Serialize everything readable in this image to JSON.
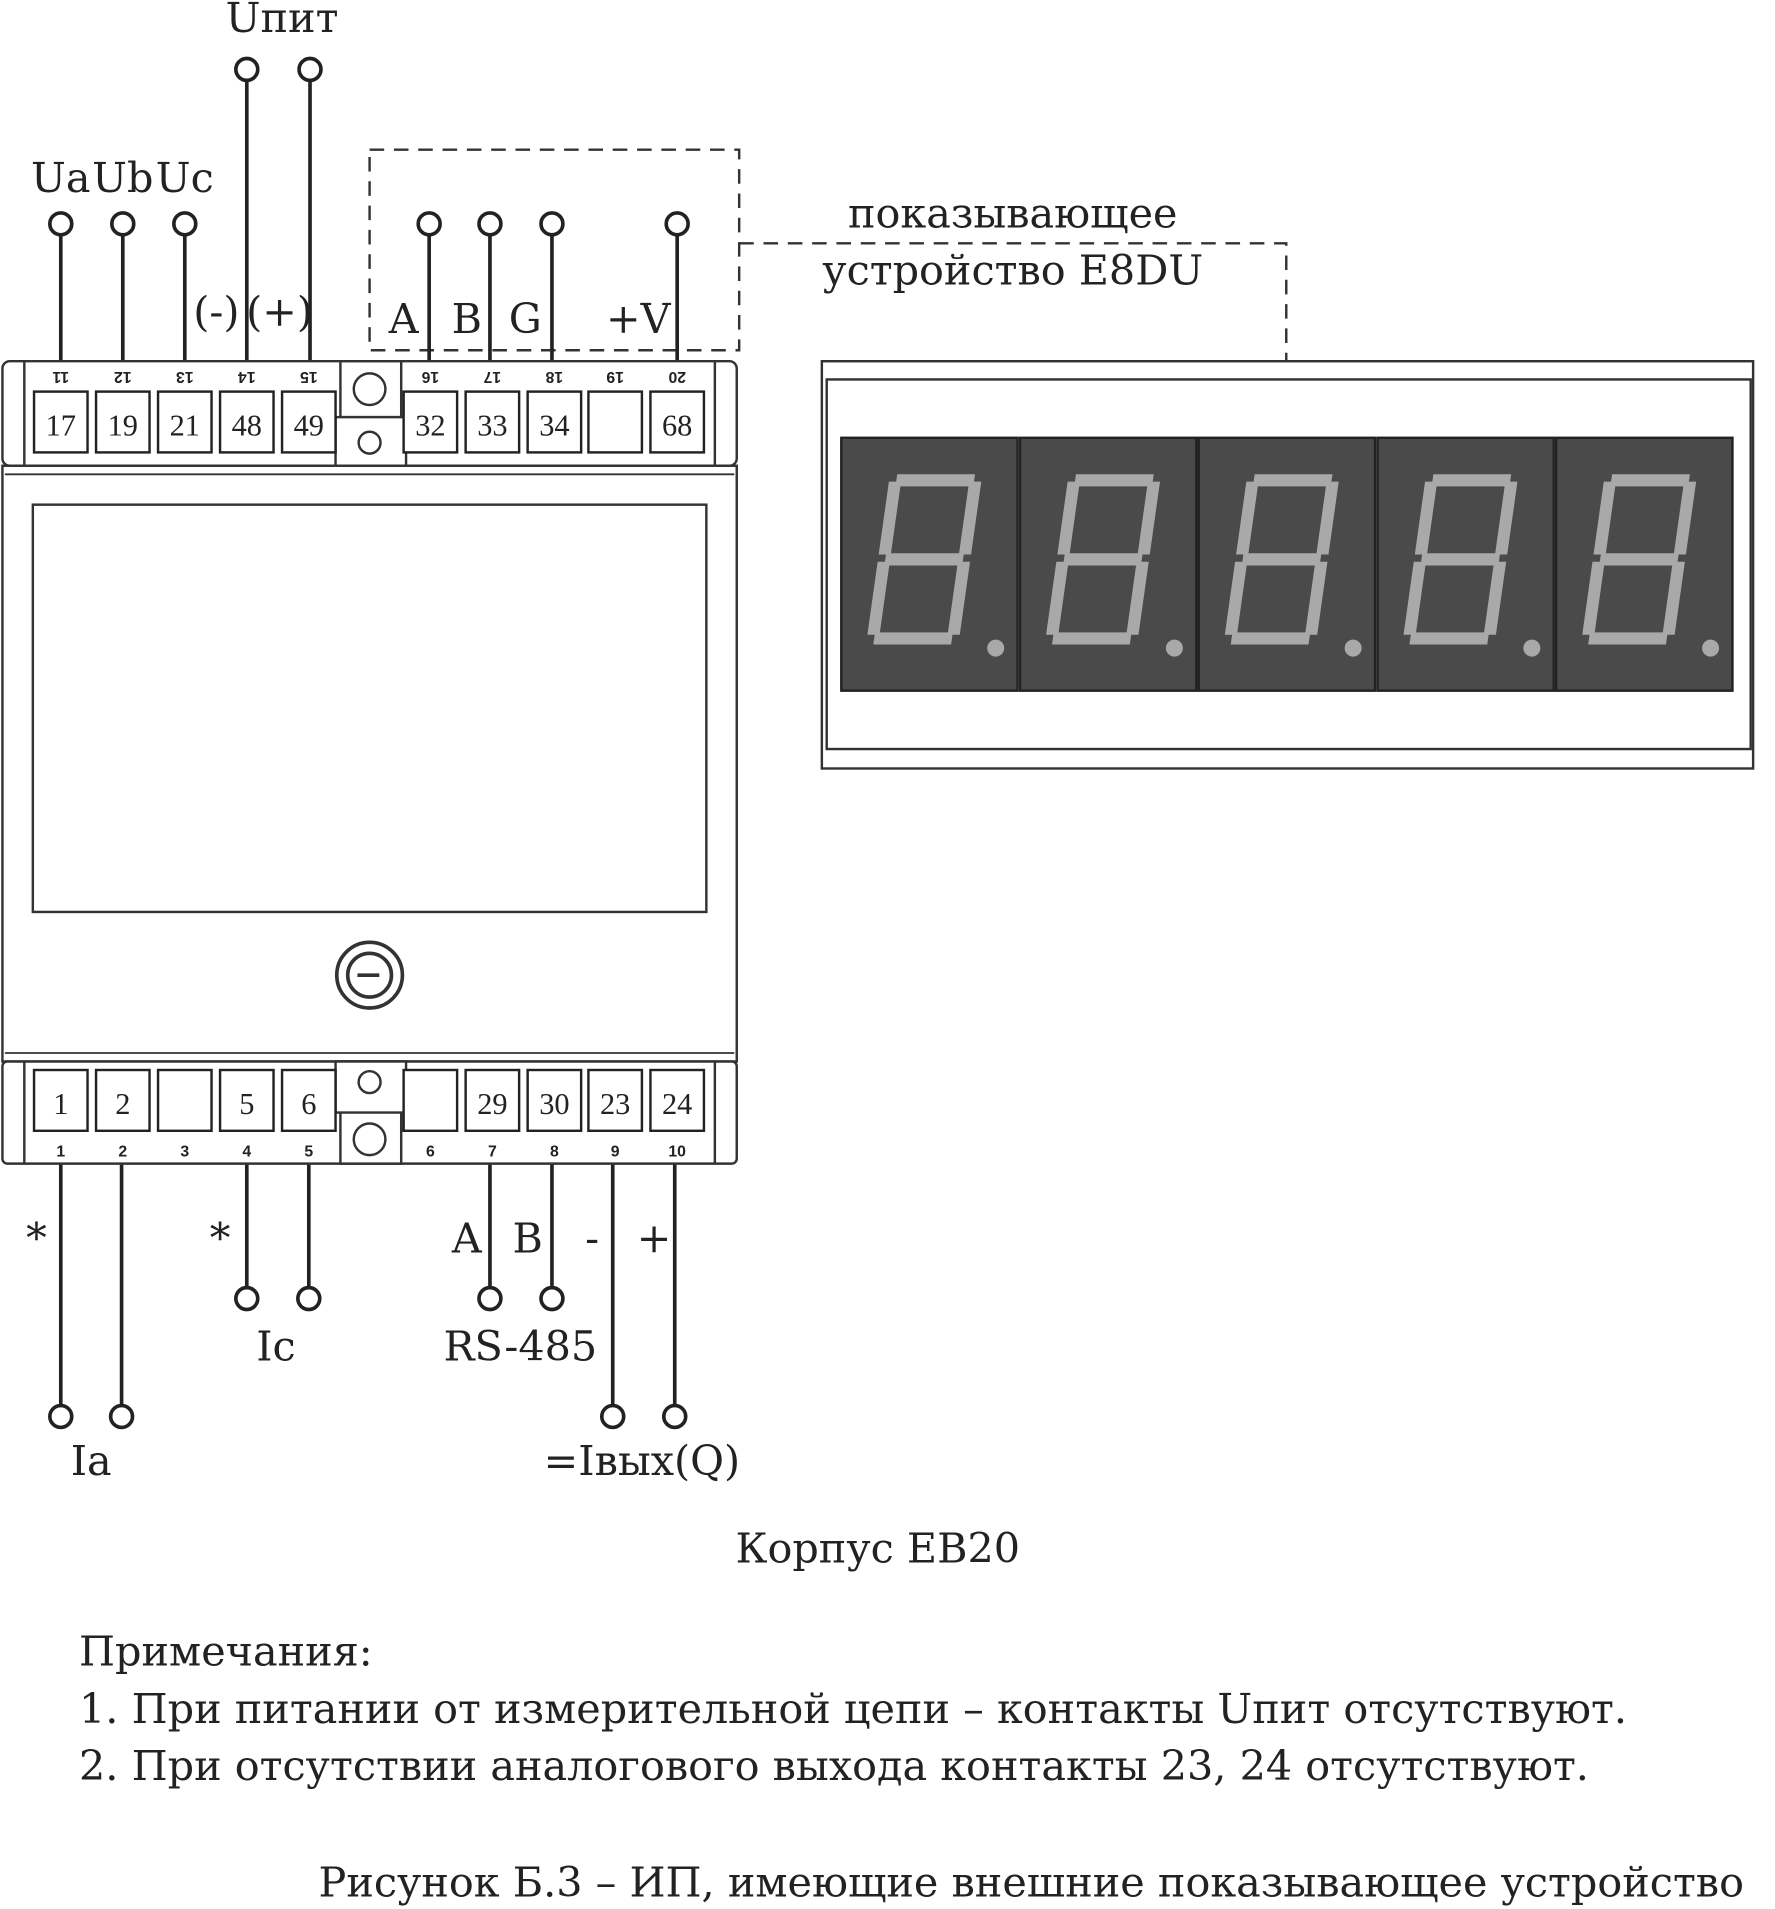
{
  "supply": {
    "label": "Uпит",
    "minus": "(-)",
    "plus": "(+)"
  },
  "voltage_labels": [
    "Ua",
    "Ub",
    "Uc"
  ],
  "interface_labels": [
    "A",
    "B",
    "G",
    "+V"
  ],
  "display_device": {
    "line1": "показывающее",
    "line2": "устройство E8DU",
    "digits": [
      "8.",
      "8.",
      "8.",
      "8.",
      "8."
    ],
    "segment_color": "#a9a9a9",
    "panel_color": "#4a4a4a"
  },
  "top_terminals": {
    "pins": [
      "11",
      "12",
      "13",
      "14",
      "15",
      "16",
      "17",
      "18",
      "19",
      "20"
    ],
    "labels": [
      "17",
      "19",
      "21",
      "48",
      "49",
      "32",
      "33",
      "34",
      "",
      "68"
    ]
  },
  "bottom_terminals": {
    "pins": [
      "1",
      "2",
      "3",
      "4",
      "5",
      "6",
      "7",
      "8",
      "9",
      "10"
    ],
    "labels": [
      "1",
      "2",
      "",
      "5",
      "6",
      "",
      "29",
      "30",
      "23",
      "24"
    ]
  },
  "bottom_marks": {
    "star1": "*",
    "star2": "*",
    "a": "A",
    "b": "B",
    "minus": "-",
    "plus": "+"
  },
  "bottom_groups": {
    "ic": "Ic",
    "rs485": "RS-485",
    "ia": "Ia",
    "iout": "=Iвых(Q)"
  },
  "housing": "Корпус ЕВ20",
  "notes": {
    "title": "Примечания:",
    "items": [
      "1. При питании от измерительной цепи – контакты Uпит отсутствуют.",
      "2. При отсутствии аналогового выхода контакты 23, 24 отсутствуют."
    ]
  },
  "caption": "Рисунок Б.3 – ИП, имеющие внешние показывающее устройство"
}
